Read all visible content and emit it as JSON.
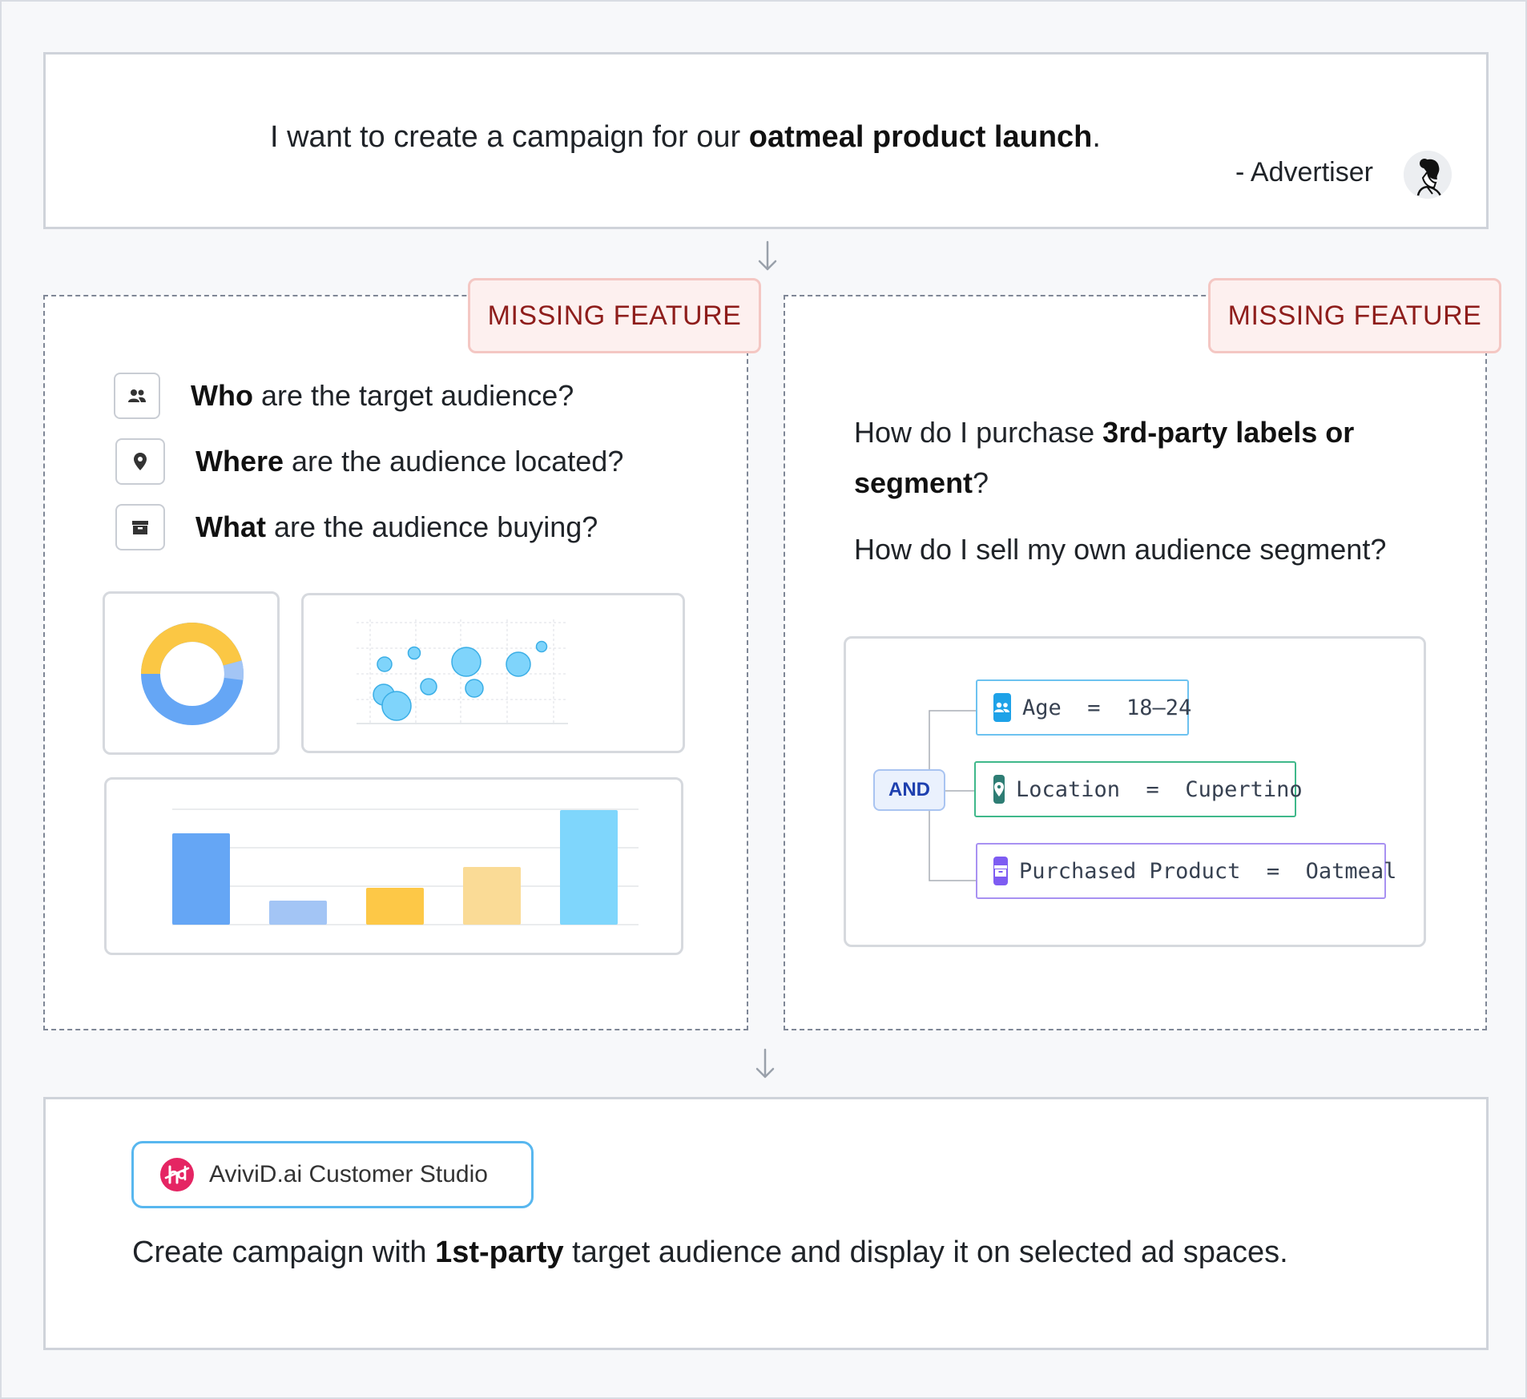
{
  "request": {
    "prefix": "I want to create a campaign for our ",
    "emphasis": "oatmeal product launch",
    "suffix": ".",
    "attribution": "- Advertiser",
    "avatar_icon": "woman-avatar-icon"
  },
  "left_panel": {
    "badge": "MISSING FEATURE",
    "questions": [
      {
        "icon": "users-icon",
        "bold": "Who",
        "rest": " are the target audience?"
      },
      {
        "icon": "location-pin-icon",
        "bold": "Where",
        "rest": " are the audience located?"
      },
      {
        "icon": "archive-box-icon",
        "bold": "What",
        "rest": " are the audience buying?"
      }
    ],
    "donut": {
      "colors": [
        "#fbc744",
        "#a3c5f5",
        "#65a6f5"
      ]
    },
    "bar_colors": [
      "#65a6f5",
      "#a3c5f5",
      "#fdc847",
      "#fadb96",
      "#7fd6fc"
    ]
  },
  "right_panel": {
    "badge": "MISSING FEATURE",
    "q1_prefix": "How do I purchase ",
    "q1_bold": "3rd-party labels or segment",
    "q1_suffix": "?",
    "q2": "How do I sell my own audience segment?",
    "operator": "AND",
    "conditions": [
      {
        "icon": "users-icon",
        "color": "#1ea2e8",
        "border": "#6dc2f0",
        "text": "Age  =  18–24"
      },
      {
        "icon": "location-pin-icon",
        "color": "#2e7d74",
        "border": "#3fb88a",
        "text": "Location  =  Cupertino"
      },
      {
        "icon": "archive-box-icon",
        "color": "#7e5cf2",
        "border": "#a891f2",
        "text": "Purchased Product  =  Oatmeal"
      }
    ]
  },
  "result": {
    "studio_name": "AviviD.ai Customer Studio",
    "logo_icon": "avivid-logo-icon",
    "prefix": "Create campaign with ",
    "bold": "1st-party",
    "suffix": " target audience and display it on selected ad spaces."
  }
}
